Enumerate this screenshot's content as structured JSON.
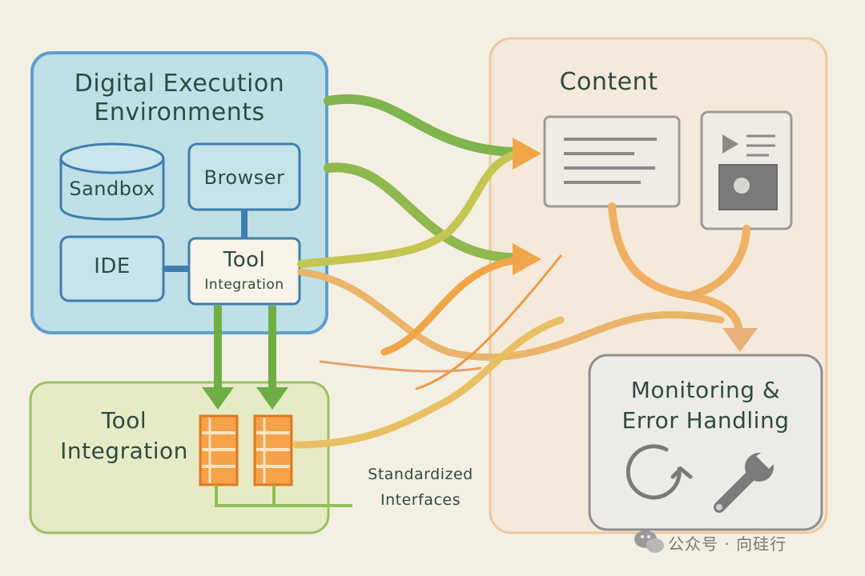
{
  "env_panel": {
    "title_line1": "Digital Execution",
    "title_line2": "Environments",
    "sandbox": "Sandbox",
    "browser": "Browser",
    "ide": "IDE",
    "tool_line1": "Tool",
    "tool_line2": "Integration"
  },
  "tool_panel": {
    "title_line1": "Tool",
    "title_line2": "Integration",
    "interfaces_line1": "Standardized",
    "interfaces_line2": "Interfaces"
  },
  "content_panel": {
    "title": "Content"
  },
  "monitor_panel": {
    "title_line1": "Monitoring &",
    "title_line2": "Error Handling"
  },
  "watermark": "公众号 · 向硅行",
  "colors": {
    "background": "#f4efe3",
    "env_fill": "#bfe0e6",
    "env_stroke": "#5d9fcf",
    "tool_fill": "#e6ebc6",
    "tool_stroke": "#9cc06a",
    "green_arrow": "#6fae45",
    "orange_arrow": "#ee9a43",
    "content_stroke": "#edc8a0"
  }
}
